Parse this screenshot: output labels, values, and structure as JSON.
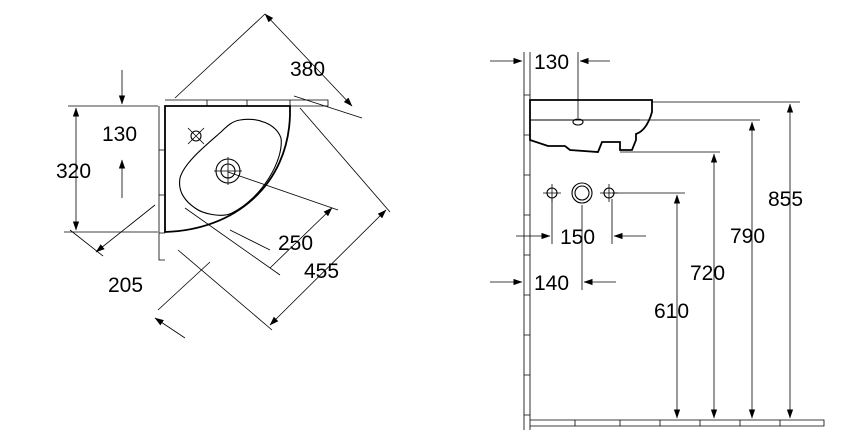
{
  "plan_view": {
    "dims": {
      "width_380": "380",
      "offset_130": "130",
      "depth_320": "320",
      "distance_250": "250",
      "diagonal_455": "455",
      "offset_205": "205"
    }
  },
  "side_view": {
    "dims": {
      "projection_130": "130",
      "spacing_150": "150",
      "spacing_140": "140",
      "height_610": "610",
      "height_720": "720",
      "height_790": "790",
      "height_855": "855"
    }
  }
}
